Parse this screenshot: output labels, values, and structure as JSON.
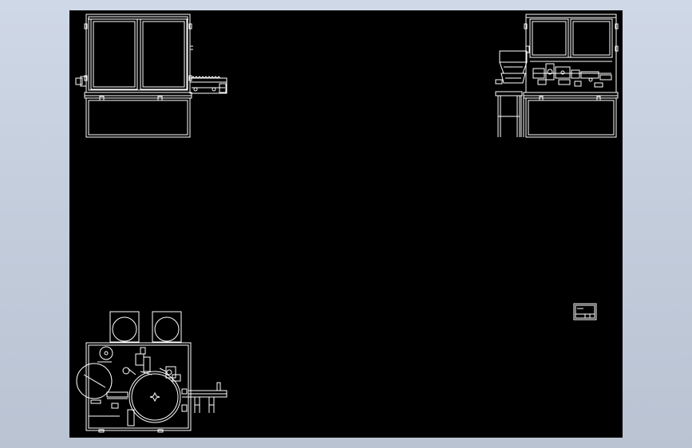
{
  "viewer": {
    "background_color": "#000000",
    "frame_color": "#c6cfdd",
    "stroke_color": "#ffffff"
  },
  "views": [
    {
      "name": "front-view"
    },
    {
      "name": "side-view"
    },
    {
      "name": "top-view"
    },
    {
      "name": "title-block"
    }
  ]
}
